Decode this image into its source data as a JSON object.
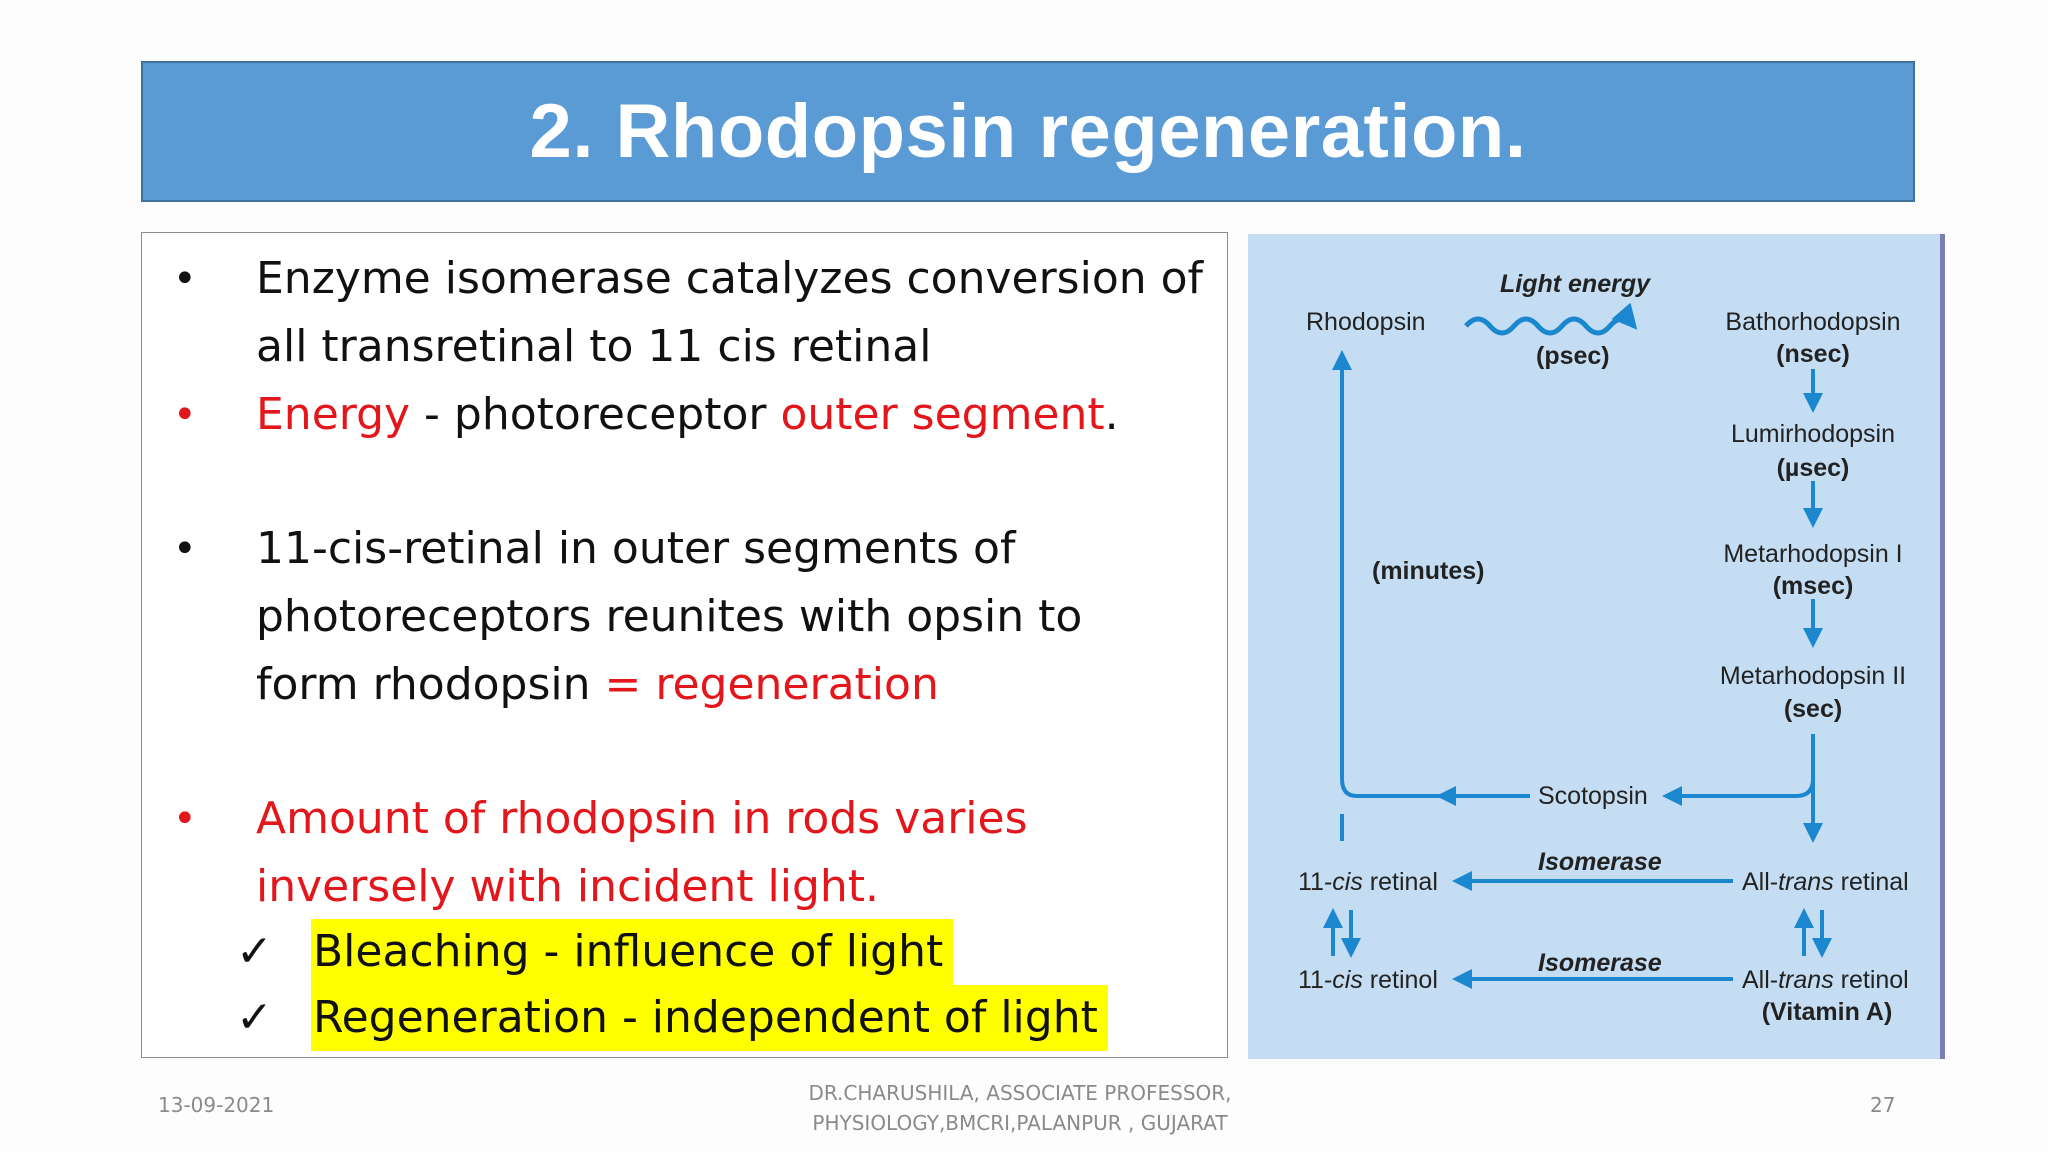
{
  "title": "2. Rhodopsin regeneration.",
  "bullets": {
    "b1_line1": "Enzyme isomerase catalyzes conversion of",
    "b1_line2": "all transretinal to 11 cis retinal",
    "b2_part1": "Energy",
    "b2_part2": " - photoreceptor ",
    "b2_part3": "outer segment",
    "b2_part4": ".",
    "b3_line1": "11-cis-retinal in outer segments of",
    "b3_line2": "photoreceptors reunites with opsin to",
    "b3_line3a": "form rhodopsin ",
    "b3_line3b": "= regeneration",
    "b4_line1": "Amount of rhodopsin in rods varies",
    "b4_line2": "inversely with  incident light.",
    "check1": "Bleaching - influence of light",
    "check2": "Regeneration - independent of light",
    "bullet_char": "•",
    "check_char": "✓"
  },
  "diagram": {
    "rhodopsin": "Rhodopsin",
    "light_energy": "Light energy",
    "psec": "(psec)",
    "bathorhodopsin": "Bathorhodopsin",
    "nsec": "(nsec)",
    "lumirhodopsin": "Lumirhodopsin",
    "usec": "(µsec)",
    "metarhodopsin1": "Metarhodopsin I",
    "msec": "(msec)",
    "metarhodopsin2": "Metarhodopsin II",
    "sec": "(sec)",
    "minutes": "(minutes)",
    "scotopsin": "Scotopsin",
    "isomerase1": "Isomerase",
    "isomerase2": "Isomerase",
    "cis_retinal_a": "11-",
    "cis_retinal_b": "cis",
    "cis_retinal_c": " retinal",
    "cis_retinol_a": "11-",
    "cis_retinol_b": "cis",
    "cis_retinol_c": " retinol",
    "trans_retinal_a": "All-",
    "trans_retinal_b": "trans",
    "trans_retinal_c": " retinal",
    "trans_retinol_a": "All-",
    "trans_retinol_b": "trans",
    "trans_retinol_c": " retinol",
    "vitamin_a": "(Vitamin A)",
    "arrow_color": "#1b87cf"
  },
  "footer": {
    "date": "13-09-2021",
    "author_line1": "DR.CHARUSHILA, ASSOCIATE PROFESSOR,",
    "author_line2": "PHYSIOLOGY,BMCRI,PALANPUR , GUJARAT",
    "page_number": "27"
  }
}
